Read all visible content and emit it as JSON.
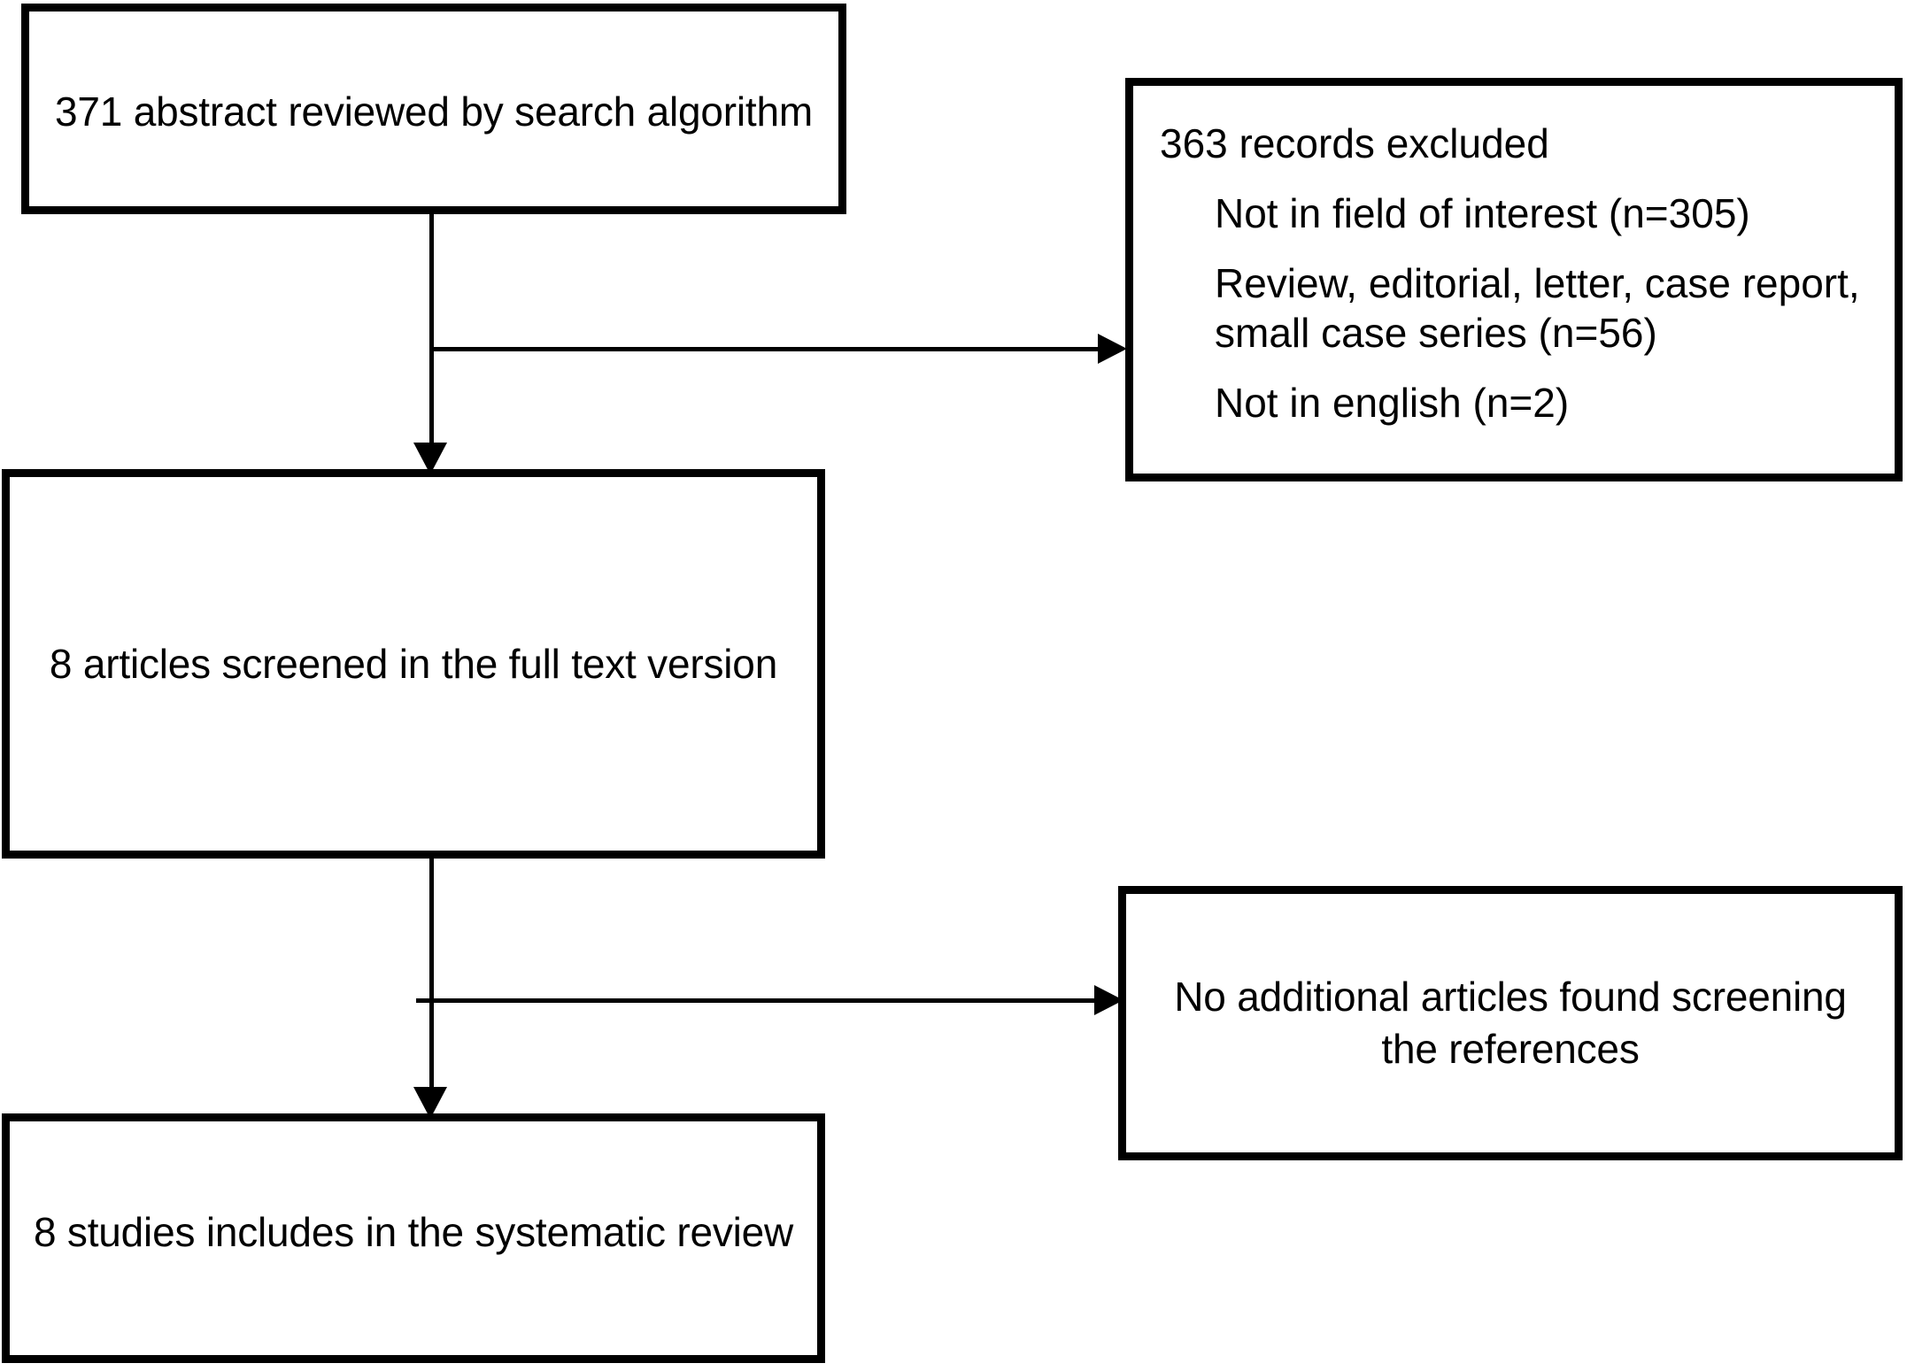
{
  "diagram": {
    "type": "prisma-flow-diagram",
    "nodes": {
      "abstracts": {
        "text": "371 abstract reviewed by search algorithm",
        "count": 371
      },
      "fulltext": {
        "text": "8 articles screened in the full text version",
        "count": 8
      },
      "included": {
        "text": "8 studies includes in the systematic review",
        "count": 8
      },
      "excluded": {
        "heading": "363 records excluded",
        "count": 363,
        "reasons": [
          "Not in field of interest (n=305)",
          "Review, editorial, letter, case report, small case series (n=56)",
          "Not in english (n=2)"
        ]
      },
      "no_additional": {
        "text": "No additional articles found screening the references"
      }
    },
    "colors": {
      "stroke": "#000000",
      "fill": "#ffffff",
      "text": "#000000"
    }
  }
}
